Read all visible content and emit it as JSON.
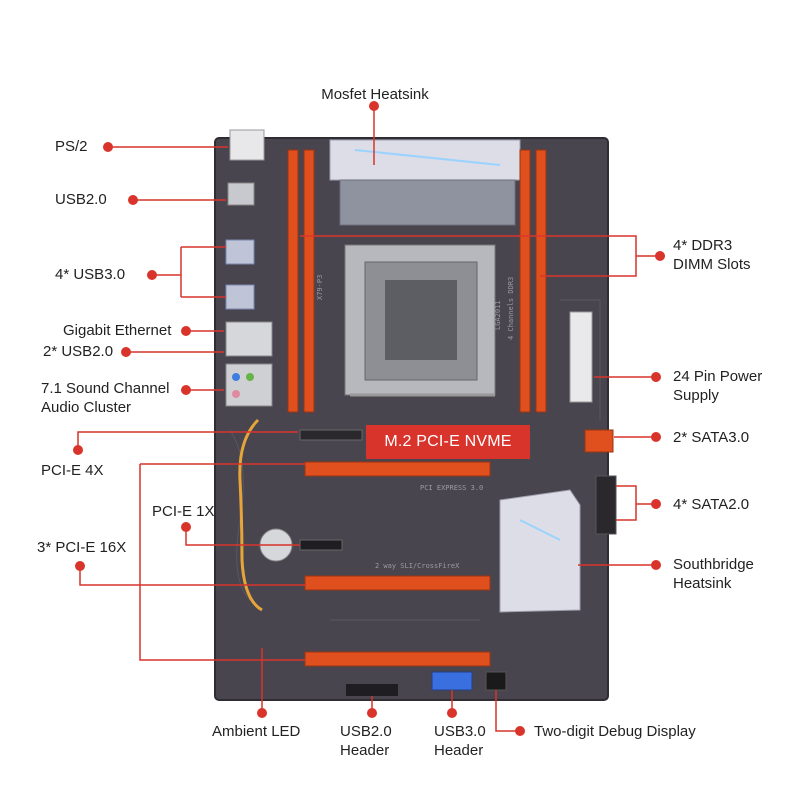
{
  "colors": {
    "pcb": "#49454e",
    "accent": "#d9342b",
    "slot_orange": "#e0501e",
    "leader": "#d9342b",
    "heatsink": "#dcdde6"
  },
  "highlight": {
    "label": "M.2 PCI-E NVME"
  },
  "board_markings": {
    "model": "X79-P3",
    "socket": "LGA2011",
    "memory": "4 Channels DDR3",
    "pcie_express": "PCI EXPRESS 3.0",
    "sli": "2 way SLI/CrossFireX"
  },
  "labels": {
    "mosfet": "Mosfet Heatsink",
    "ps2": "PS/2",
    "usb2": "USB2.0",
    "usb3": "4* USB3.0",
    "gigabit": "Gigabit Ethernet",
    "usb2b": "2* USB2.0",
    "sound_line1": "7.1 Sound Channel",
    "sound_line2": "Audio Cluster",
    "pcie4x": "PCI-E 4X",
    "pcie1x": "PCI-E 1X",
    "pcie16x": "3* PCI-E 16X",
    "ambient": "Ambient LED",
    "usb2header_line1": "USB2.0",
    "usb2header_line2": "Header",
    "usb3header_line1": "USB3.0",
    "usb3header_line2": "Header",
    "debug": "Two-digit Debug Display",
    "ddr3_line1": "4* DDR3",
    "ddr3_line2": "DIMM Slots",
    "power_line1": "24 Pin Power",
    "power_line2": "Supply",
    "sata3": "2* SATA3.0",
    "sata2": "4* SATA2.0",
    "south_line1": "Southbridge",
    "south_line2": "Heatsink"
  }
}
